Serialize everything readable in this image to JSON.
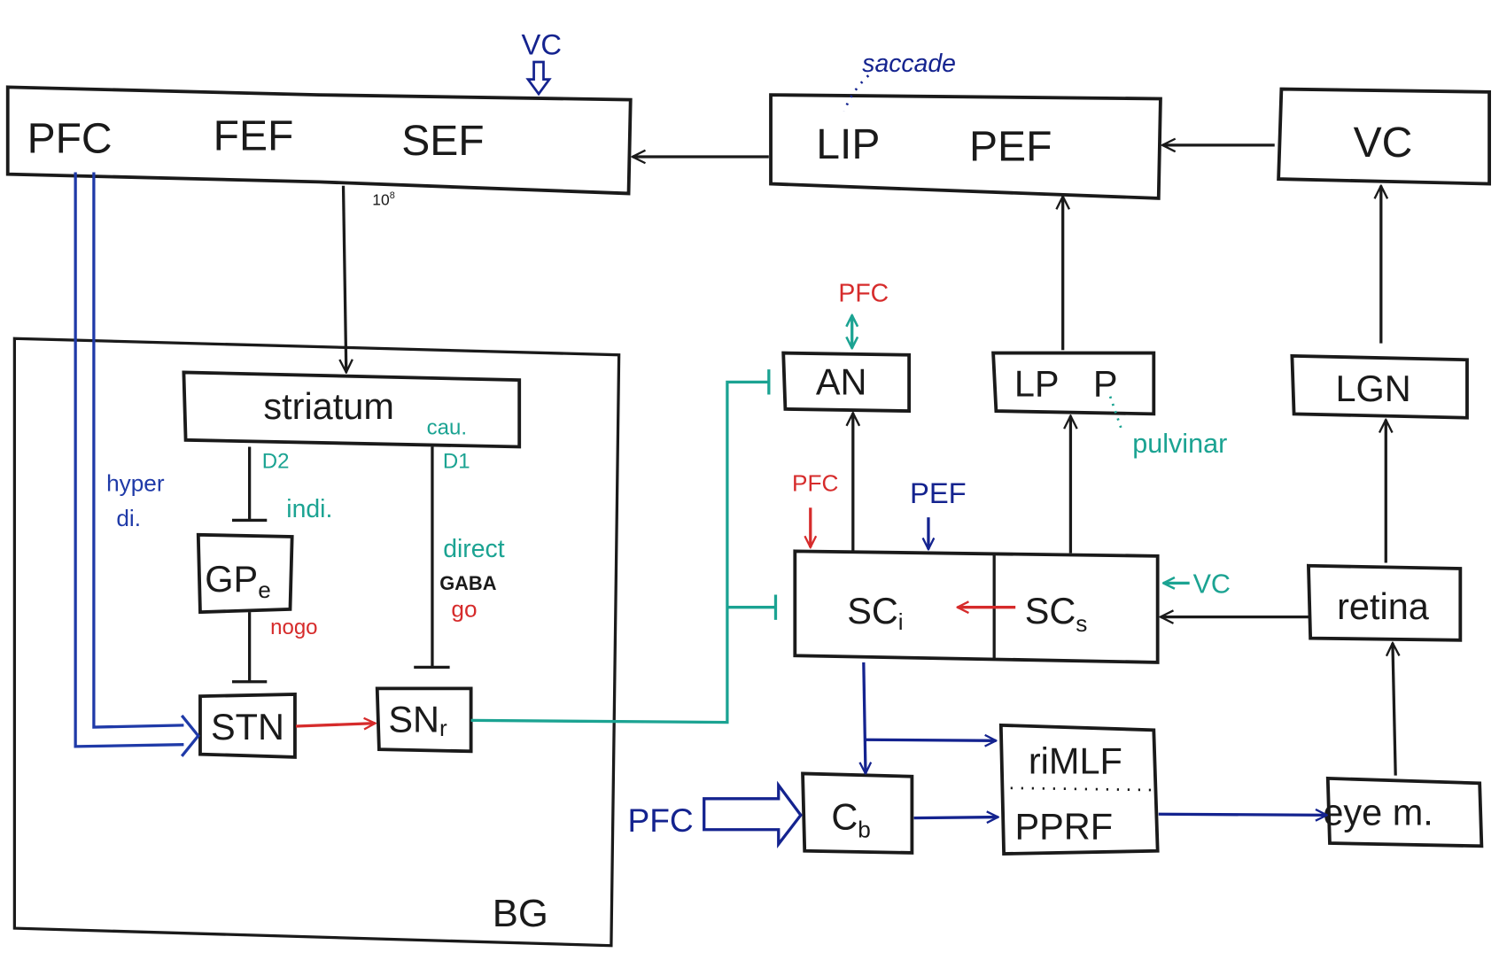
{
  "colors": {
    "ink": "#1a1a1a",
    "blue": "#1f3aa8",
    "navy": "#14238f",
    "red": "#d62b2b",
    "teal": "#1ba392"
  },
  "cortex": {
    "pfc": "PFC",
    "fef": "FEF",
    "sef": "SEF",
    "vc_input": "VC",
    "count": "10",
    "count_exp": "8"
  },
  "parietal": {
    "lip": "LIP",
    "pef": "PEF",
    "note": "saccade"
  },
  "visual_cortex": {
    "label": "VC"
  },
  "bg": {
    "label": "BG",
    "striatum": "striatum",
    "caudate": "cau.",
    "d2": "D2",
    "d1": "D1",
    "indirect": "indi.",
    "direct": "direct",
    "gaba": "GABA",
    "go": "go",
    "nogo": "nogo",
    "gpe": "GP",
    "gpe_sub": "e",
    "stn": "STN",
    "snr": "SN",
    "snr_sub": "r",
    "hyper": "hyper",
    "di": "di."
  },
  "thalamus": {
    "an": "AN",
    "an_input": "PFC",
    "lp": "LP",
    "p": "P",
    "pulvinar": "pulvinar",
    "lgn": "LGN"
  },
  "sc": {
    "sci": "SC",
    "sci_sub": "i",
    "scs": "SC",
    "scs_sub": "s",
    "pfc_input": "PFC",
    "pef_input": "PEF",
    "vc_input": "VC"
  },
  "retina": {
    "label": "retina"
  },
  "brainstem": {
    "cb": "C",
    "cb_sub": "b",
    "cb_input": "PFC",
    "rimlf": "riMLF",
    "pprf": "PPRF",
    "eye": "eye m."
  }
}
